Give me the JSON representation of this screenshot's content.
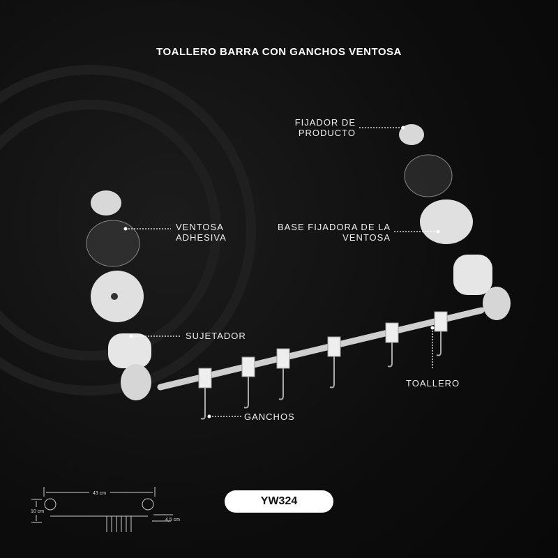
{
  "title": "TOALLERO BARRA CON GANCHOS VENTOSA",
  "labels": {
    "fijador": [
      "FIJADOR DE",
      "PRODUCTO"
    ],
    "ventosa": [
      "VENTOSA",
      "ADHESIVA"
    ],
    "base": [
      "BASE FIJADORA DE LA",
      "VENTOSA"
    ],
    "sujetador": "SUJETADOR",
    "toallero": "TOALLERO",
    "ganchos": "GANCHOS"
  },
  "model": "YW324",
  "dimensions": {
    "length": "43 cm",
    "height": "10 cm",
    "depth": "4,5 cm"
  }
}
